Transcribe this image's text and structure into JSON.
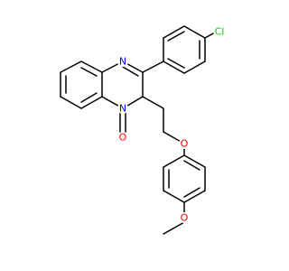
{
  "molecule": {
    "atom_labels": {
      "chlorine": "Cl",
      "n1": "N",
      "n3": "N",
      "carbonyl_oxygen": "O",
      "ether_oxygen": "O",
      "methoxy_oxygen": "O"
    },
    "colors": {
      "bond": "#000000",
      "nitrogen": "#0000ff",
      "oxygen": "#ff0000",
      "chlorine": "#00cc00"
    }
  }
}
